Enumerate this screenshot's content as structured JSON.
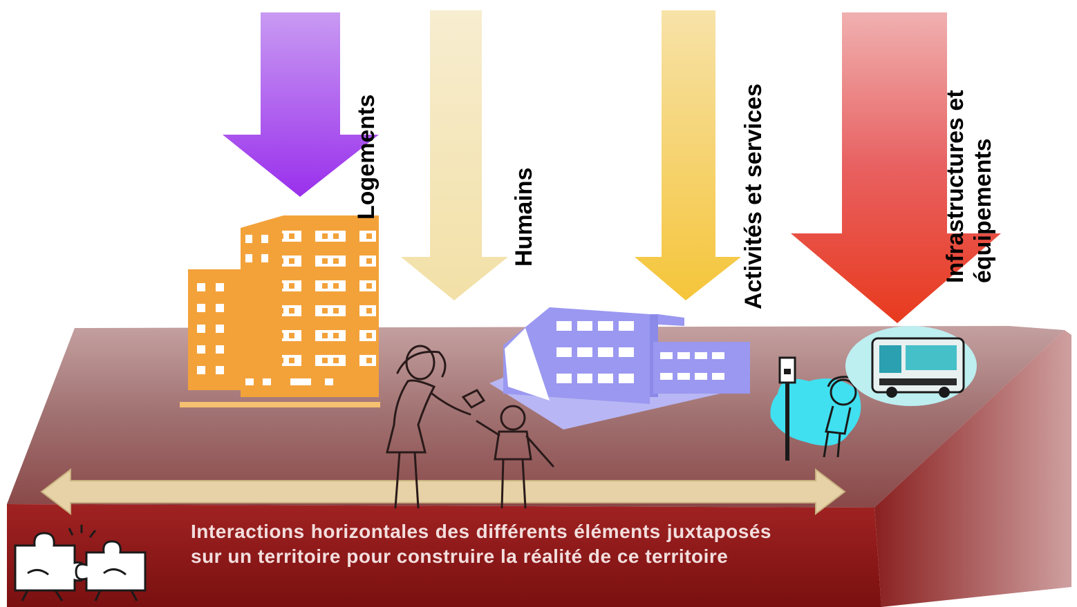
{
  "arrows": [
    {
      "id": "logements",
      "label": "Logements",
      "color": "#a040ee"
    },
    {
      "id": "humains",
      "label": "Humains",
      "color": "#f4e6b0"
    },
    {
      "id": "activites",
      "label": "Activités et services",
      "color": "#f6cf4a"
    },
    {
      "id": "infrastructures",
      "label_line1": "Infrastructures et",
      "label_line2": "équipements",
      "color": "#e83a2a"
    }
  ],
  "caption": "Interactions horizontales des différents éléments juxtaposés sur un territoire pour construire la réalité de ce territoire",
  "colors": {
    "platform_top": "#9a6a6a",
    "platform_front": "#8a1a1a",
    "building_apartments": "#f3a23a",
    "building_school": "#9a98f0",
    "horizontal_arrow": "#e6d2a6",
    "bus_bubble": "#bdeef0"
  },
  "icons": [
    "apartment-building-icon",
    "school-building-icon",
    "people-icon",
    "bus-stop-icon",
    "bus-icon",
    "puzzle-icon",
    "double-headed-arrow-icon"
  ]
}
